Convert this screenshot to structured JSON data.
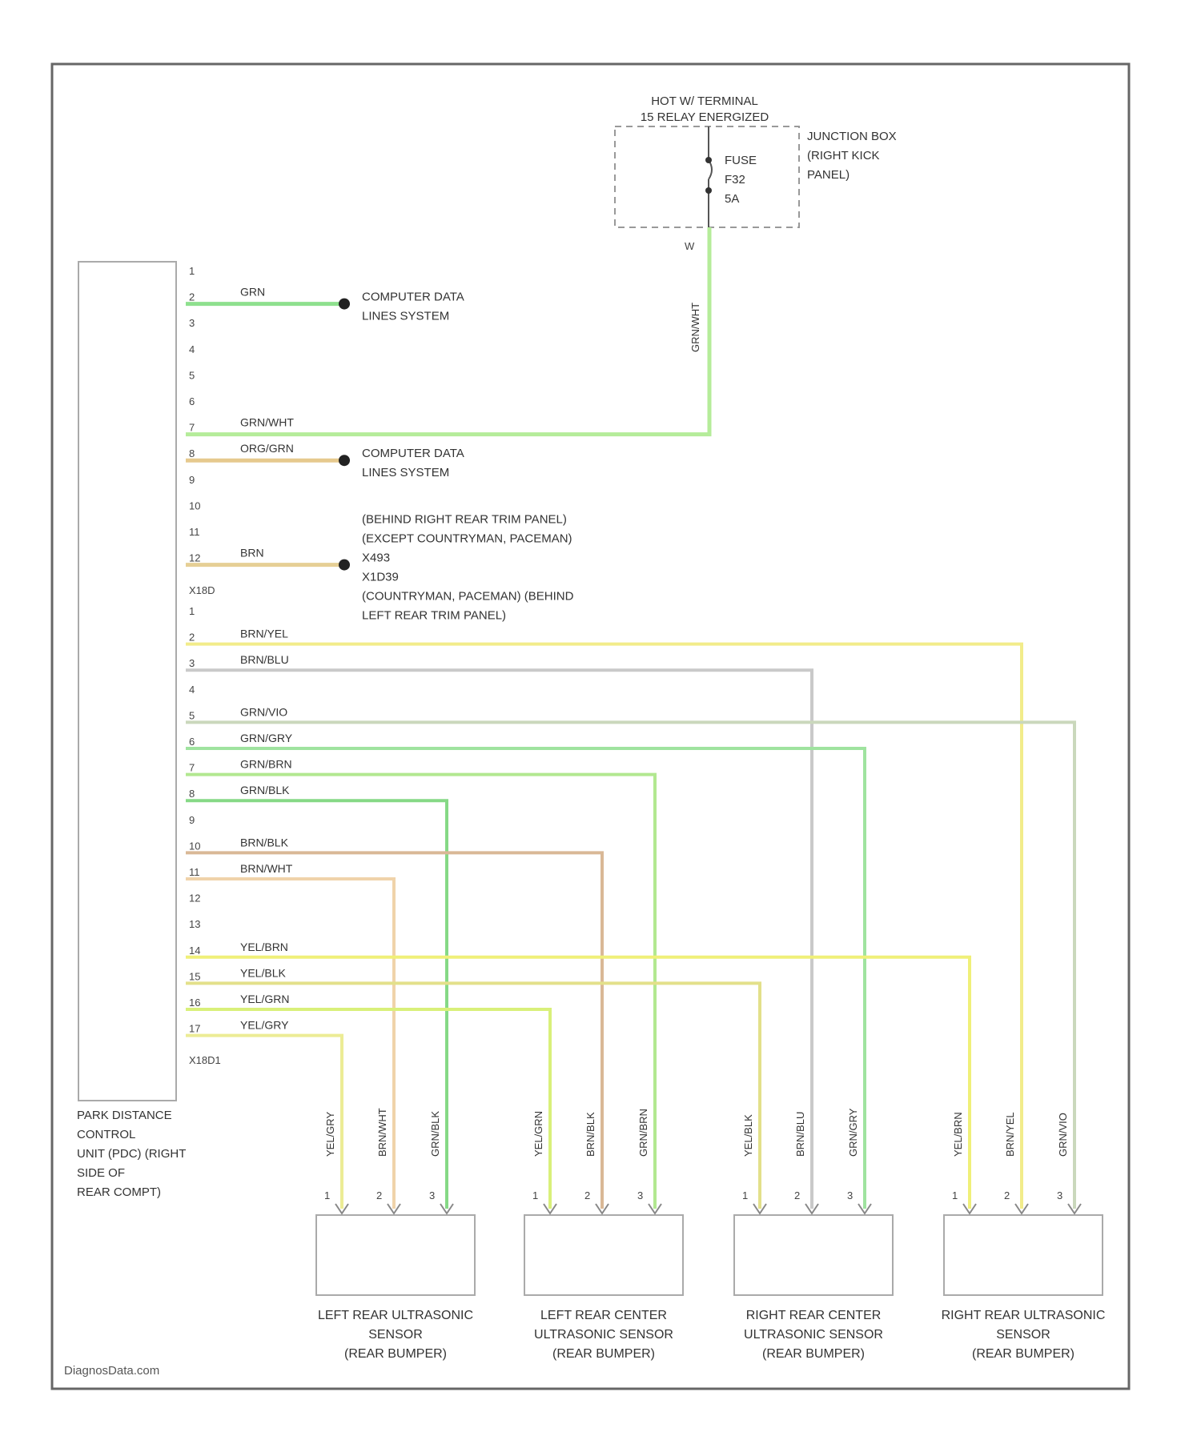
{
  "junction": {
    "header": [
      "HOT W/ TERMINAL",
      "15 RELAY ENERGIZED"
    ],
    "label": [
      "JUNCTION BOX",
      "(RIGHT KICK",
      "PANEL)"
    ],
    "fuse": [
      "FUSE",
      "F32",
      "5A"
    ],
    "pin": "W",
    "wire_label": "GRN/WHT"
  },
  "pdc": {
    "label": [
      "PARK DISTANCE",
      "CONTROL",
      "UNIT (PDC) (RIGHT",
      "SIDE OF",
      "REAR COMPT)"
    ],
    "connector_a": "X18D",
    "connector_b": "X18D1"
  },
  "pins_a": [
    "1",
    "2",
    "3",
    "4",
    "5",
    "6",
    "7",
    "8",
    "9",
    "10",
    "11",
    "12"
  ],
  "pins_b": [
    "1",
    "2",
    "3",
    "4",
    "5",
    "6",
    "7",
    "8",
    "9",
    "10",
    "11",
    "12",
    "13",
    "14",
    "15",
    "16",
    "17"
  ],
  "wires_a": [
    {
      "pin_index": 1,
      "label": "GRN",
      "color": "#8ee08e",
      "dest": [
        "COMPUTER DATA",
        "LINES SYSTEM"
      ]
    },
    {
      "pin_index": 6,
      "label": "GRN/WHT",
      "color": "#b5ec9a"
    },
    {
      "pin_index": 7,
      "label": "ORG/GRN",
      "color": "#e6c98e",
      "dest": [
        "COMPUTER DATA",
        "LINES SYSTEM"
      ]
    },
    {
      "pin_index": 11,
      "label": "BRN",
      "color": "#e6cf95",
      "dest": [
        "(BEHIND RIGHT REAR TRIM PANEL)",
        "(EXCEPT COUNTRYMAN, PACEMAN)",
        "X493",
        "X1D39",
        "(COUNTRYMAN, PACEMAN) (BEHIND",
        "LEFT REAR TRIM PANEL)"
      ]
    }
  ],
  "wires_b": [
    {
      "pin_index": 1,
      "label": "BRN/YEL",
      "color": "#f2ec8a"
    },
    {
      "pin_index": 2,
      "label": "BRN/BLU",
      "color": "#c9c9c9"
    },
    {
      "pin_index": 4,
      "label": "GRN/VIO",
      "color": "#cad8bc"
    },
    {
      "pin_index": 5,
      "label": "GRN/GRY",
      "color": "#9fe39f"
    },
    {
      "pin_index": 6,
      "label": "GRN/BRN",
      "color": "#b2e890"
    },
    {
      "pin_index": 7,
      "label": "GRN/BLK",
      "color": "#86d986"
    },
    {
      "pin_index": 9,
      "label": "BRN/BLK",
      "color": "#d9b896"
    },
    {
      "pin_index": 10,
      "label": "BRN/WHT",
      "color": "#f0d3aa"
    },
    {
      "pin_index": 13,
      "label": "YEL/BRN",
      "color": "#f0f079"
    },
    {
      "pin_index": 14,
      "label": "YEL/BLK",
      "color": "#e3e08a"
    },
    {
      "pin_index": 15,
      "label": "YEL/GRN",
      "color": "#d9f07a"
    },
    {
      "pin_index": 16,
      "label": "YEL/GRY",
      "color": "#ecec95"
    }
  ],
  "sensors": [
    {
      "label": [
        "LEFT REAR ULTRASONIC",
        "SENSOR",
        "(REAR BUMPER)"
      ],
      "wires": [
        {
          "pin": "1",
          "label": "YEL/GRY",
          "src": 11
        },
        {
          "pin": "2",
          "label": "BRN/WHT",
          "src": 7
        },
        {
          "pin": "3",
          "label": "GRN/BLK",
          "src": 5
        }
      ]
    },
    {
      "label": [
        "LEFT REAR CENTER",
        "ULTRASONIC SENSOR",
        "(REAR BUMPER)"
      ],
      "wires": [
        {
          "pin": "1",
          "label": "YEL/GRN",
          "src": 10
        },
        {
          "pin": "2",
          "label": "BRN/BLK",
          "src": 6
        },
        {
          "pin": "3",
          "label": "GRN/BRN",
          "src": 4
        }
      ]
    },
    {
      "label": [
        "RIGHT REAR CENTER",
        "ULTRASONIC SENSOR",
        "(REAR BUMPER)"
      ],
      "wires": [
        {
          "pin": "1",
          "label": "YEL/BLK",
          "src": 9
        },
        {
          "pin": "2",
          "label": "BRN/BLU",
          "src": 1
        },
        {
          "pin": "3",
          "label": "GRN/GRY",
          "src": 3
        }
      ]
    },
    {
      "label": [
        "RIGHT REAR ULTRASONIC",
        "SENSOR",
        "(REAR BUMPER)"
      ],
      "wires": [
        {
          "pin": "1",
          "label": "YEL/BRN",
          "src": 8
        },
        {
          "pin": "2",
          "label": "BRN/YEL",
          "src": 0
        },
        {
          "pin": "3",
          "label": "GRN/VIO",
          "src": 2
        }
      ]
    }
  ],
  "watermark": "DiagnosData.com"
}
